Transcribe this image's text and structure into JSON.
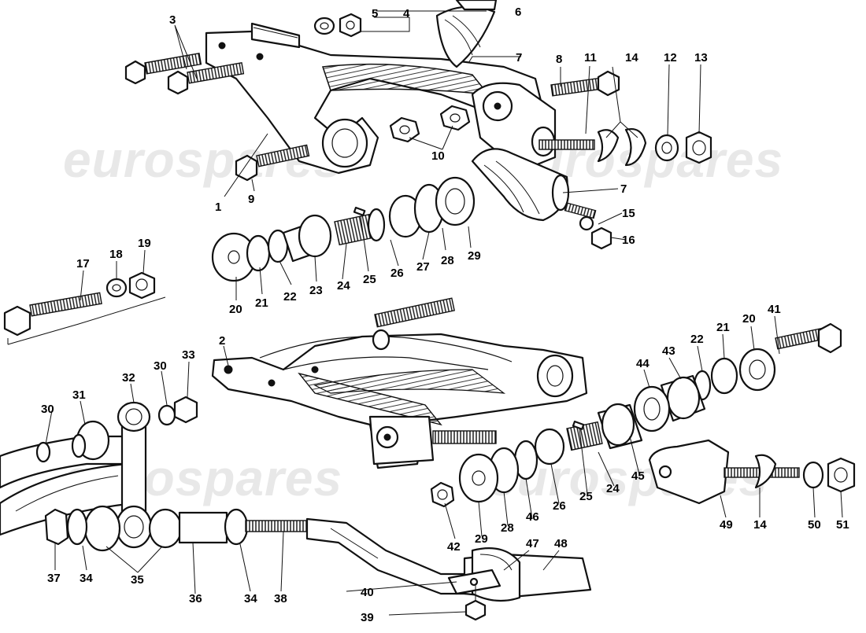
{
  "watermark": "eurospares",
  "callouts": [
    "1",
    "2",
    "3",
    "4",
    "5",
    "6",
    "7",
    "8",
    "9",
    "10",
    "11",
    "12",
    "13",
    "14",
    "15",
    "16",
    "17",
    "18",
    "19",
    "20",
    "21",
    "22",
    "23",
    "24",
    "25",
    "26",
    "27",
    "28",
    "29",
    "30",
    "31",
    "32",
    "33",
    "34",
    "35",
    "36",
    "37",
    "38",
    "39",
    "40",
    "41",
    "42",
    "43",
    "44",
    "45",
    "46",
    "47",
    "48",
    "49",
    "50",
    "51"
  ]
}
